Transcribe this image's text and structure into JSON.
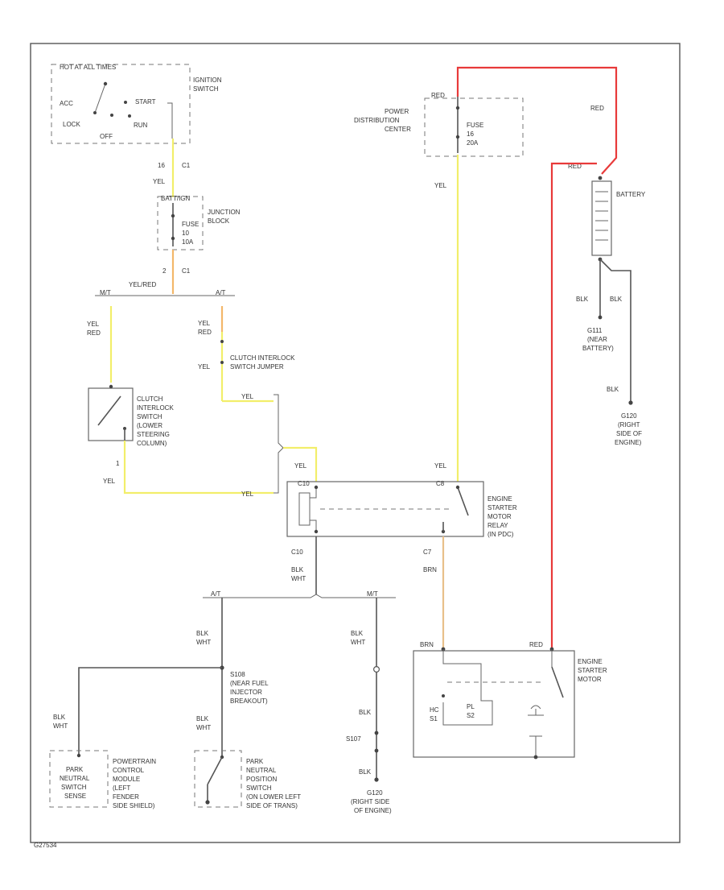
{
  "colors": {
    "yel": "#f2ee6a",
    "red": "#e83a3a",
    "brn": "#e8c08a",
    "orange": "#f3b76a",
    "blk": "#555555"
  },
  "ignition": {
    "hot": "HOT AT ALL TIMES",
    "name1": "IGNITION",
    "name2": "SWITCH",
    "acc": "ACC",
    "start": "START",
    "lock": "LOCK",
    "run": "RUN",
    "off": "OFF"
  },
  "ign_out": {
    "pin": "16",
    "conn": "C1",
    "wire": "YEL"
  },
  "junction": {
    "top": "BATT/IGN",
    "name1": "JUNCTION",
    "name2": "BLOCK",
    "fuse1": "FUSE",
    "fuse2": "10",
    "fuse3": "10A",
    "pin": "2",
    "conn": "C1"
  },
  "splice": {
    "wire": "YEL/RED",
    "left": "M/T",
    "right": "A/T"
  },
  "left_branch": {
    "w1": "YEL",
    "w2": "RED"
  },
  "right_branch": {
    "w1": "YEL",
    "w2": "RED",
    "w3": "YEL"
  },
  "jumper": {
    "name1": "CLUTCH INTERLOCK",
    "name2": "SWITCH JUMPER",
    "wire": "YEL"
  },
  "clutch": {
    "l1": "CLUTCH",
    "l2": "INTERLOCK",
    "l3": "SWITCH",
    "l4": "(LOWER",
    "l5": "STEERING",
    "l6": "COLUMN)",
    "pin": "1",
    "wire_out": "YEL",
    "wire_join": "YEL"
  },
  "relay_in": {
    "wire": "YEL",
    "pin_left": "C10",
    "pin_right": "C8"
  },
  "pdc": {
    "wire_in": "RED",
    "name1": "POWER",
    "name2": "DISTRIBUTION",
    "name3": "CENTER",
    "fuse1": "FUSE",
    "fuse2": "16",
    "fuse3": "20A",
    "wire_out": "YEL"
  },
  "relay": {
    "pin_in": "C8",
    "wire_in": "YEL",
    "l1": "ENGINE",
    "l2": "STARTER",
    "l3": "MOTOR",
    "l4": "RELAY",
    "l5": "(IN PDC)",
    "conn_out": "C10",
    "wire_out1": "BLK",
    "wire_out2": "WHT",
    "pin_out2": "C7",
    "wire_out3": "BRN"
  },
  "battery": {
    "wire_top": "RED",
    "wire_pos": "RED",
    "name": "BATTERY",
    "g1": "BLK",
    "g2": "BLK",
    "gnd1": "G111",
    "gnd2": "(NEAR",
    "gnd3": "BATTERY)",
    "wire_g": "BLK",
    "g4a": "G120",
    "g4b": "(RIGHT",
    "g4c": "SIDE OF",
    "g4d": "ENGINE)"
  },
  "lower_splice": {
    "left": "A/T",
    "right": "M/T"
  },
  "splice_left": {
    "w1": "BLK",
    "w2": "WHT",
    "s1": "S108",
    "s2": "(NEAR FUEL",
    "s3": "INJECTOR",
    "s4": "BREAKOUT)"
  },
  "pcm_side": {
    "w1": "BLK",
    "w2": "WHT",
    "p1": "PARK",
    "p2": "NEUTRAL",
    "p3": "SWITCH",
    "p4": "SENSE",
    "n1": "POWERTRAIN",
    "n2": "CONTROL",
    "n3": "MODULE",
    "n4": "(LEFT",
    "n5": "FENDER",
    "n6": "SIDE SHIELD)"
  },
  "pnp": {
    "w1": "BLK",
    "w2": "WHT",
    "n1": "PARK",
    "n2": "NEUTRAL",
    "n3": "POSITION",
    "n4": "SWITCH",
    "n5": "(ON LOWER LEFT",
    "n6": "SIDE OF TRANS)"
  },
  "right_gnd": {
    "w1": "BLK",
    "w2": "WHT",
    "w3": "BLK",
    "s": "S107",
    "w4": "BLK",
    "g1": "G120",
    "g2": "(RIGHT SIDE",
    "g3": "OF ENGINE)"
  },
  "starter": {
    "brn": "BRN",
    "red": "RED",
    "hc": "HC",
    "s1": "S1",
    "pl": "PL",
    "s2": "S2",
    "n1": "ENGINE",
    "n2": "STARTER",
    "n3": "MOTOR"
  },
  "figure_code": "G27534"
}
